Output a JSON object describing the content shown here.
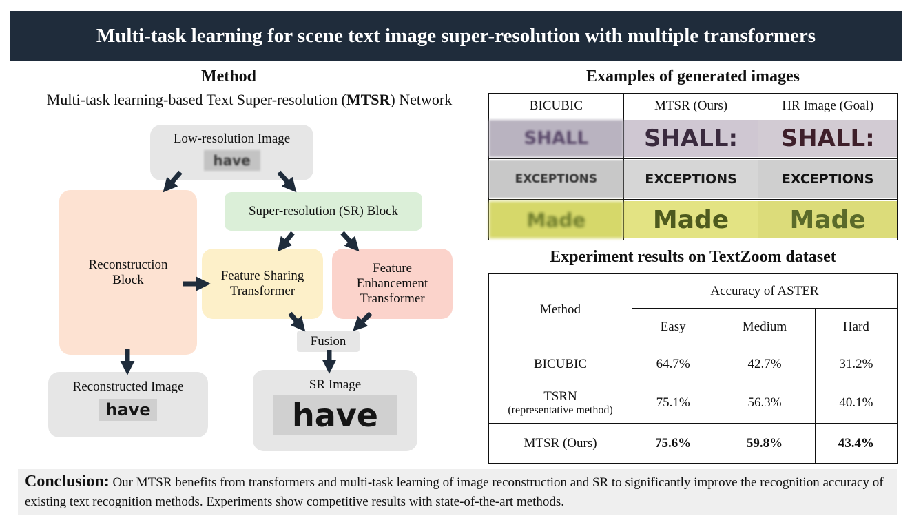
{
  "banner": {
    "title": "Multi-task learning for scene text image super-resolution with multiple transformers"
  },
  "method": {
    "title": "Method",
    "subtitle_prefix": "Multi-task learning-based Text Super-resolution (",
    "subtitle_bold": "MTSR",
    "subtitle_suffix": ") Network"
  },
  "diagram": {
    "lr_image": {
      "label": "Low-resolution Image",
      "sample": "have"
    },
    "sr_block": "Super-resolution (SR) Block",
    "reconstruction_block": {
      "line1": "Reconstruction",
      "line2": "Block"
    },
    "feature_sharing": {
      "line1": "Feature Sharing",
      "line2": "Transformer"
    },
    "feature_enhancement": {
      "line1": "Feature",
      "line2": "Enhancement",
      "line3": "Transformer"
    },
    "fusion": "Fusion",
    "reconstructed_image": {
      "label": "Reconstructed Image",
      "sample": "have"
    },
    "sr_image": {
      "label": "SR Image",
      "sample": "have"
    }
  },
  "examples": {
    "title": "Examples of generated images",
    "headers": [
      "BICUBIC",
      "MTSR (Ours)",
      "HR Image (Goal)"
    ],
    "rows": [
      [
        "SHALL",
        "SHALL:",
        "SHALL:"
      ],
      [
        "EXCEPTIONS",
        "EXCEPTIONS",
        "EXCEPTIONS"
      ],
      [
        "Made",
        "Made",
        "Made"
      ]
    ]
  },
  "results": {
    "title": "Experiment results on TextZoom dataset",
    "method_header": "Method",
    "group_header": "Accuracy of ASTER",
    "columns": [
      "Easy",
      "Medium",
      "Hard"
    ],
    "rows": [
      {
        "method": "BICUBIC",
        "note": "",
        "values": [
          "64.7%",
          "42.7%",
          "31.2%"
        ]
      },
      {
        "method": "TSRN",
        "note": "(representative method)",
        "values": [
          "75.1%",
          "56.3%",
          "40.1%"
        ]
      },
      {
        "method": "MTSR (Ours)",
        "note": "",
        "values": [
          "75.6%",
          "59.8%",
          "43.4%"
        ]
      }
    ]
  },
  "conclusion": {
    "label": "Conclusion:",
    "text": " Our MTSR benefits from transformers and multi-task learning of image reconstruction and SR to significantly improve the recognition accuracy of existing text recognition methods. Experiments show competitive results with state-of-the-art methods."
  },
  "colors": {
    "banner": "#1f2c3b",
    "reconstruction_block": "#fde2d2",
    "sr_block": "#dbefd8",
    "feature_sharing": "#fdf0c9",
    "feature_enhancement": "#fbd3cb",
    "image_boxes": "#e6e6e6",
    "arrows": "#1f2c3b"
  }
}
